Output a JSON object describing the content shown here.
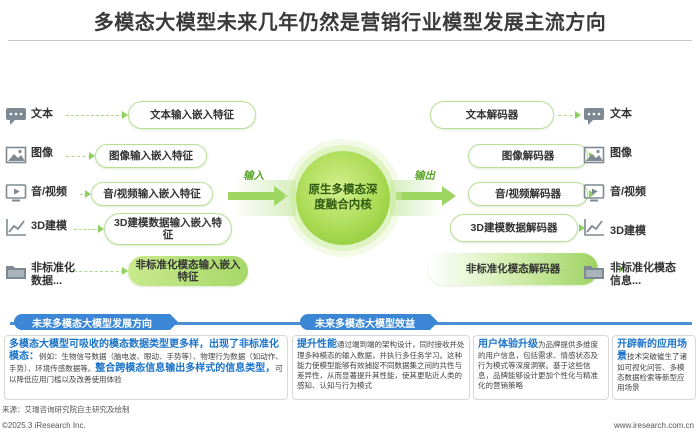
{
  "title": "多模态大模型未来几年仍然是营销行业模型发展主流方向",
  "inputs": [
    {
      "icon": "chat-bubble-icon",
      "label": "文本",
      "pill": "文本输入嵌入特征"
    },
    {
      "icon": "image-icon",
      "label": "图像",
      "pill": "图像输入嵌入特征"
    },
    {
      "icon": "audio-video-icon",
      "label": "音/视频",
      "pill": "音/视频输入嵌入特征"
    },
    {
      "icon": "line-chart-icon",
      "label": "3D建模",
      "pill": "3D建模数据输入嵌入特征"
    },
    {
      "icon": "folder-icon",
      "label": "非标准化数据...",
      "pill": "非标准化模态输入嵌入特征"
    }
  ],
  "outputs": [
    {
      "pill": "文本解码器",
      "icon": "chat-bubble-icon",
      "label": "文本"
    },
    {
      "pill": "图像解码器",
      "icon": "image-icon",
      "label": "图像"
    },
    {
      "pill": "音/视频解码器",
      "icon": "audio-video-icon",
      "label": "音/视频"
    },
    {
      "pill": "3D建模数据解码器",
      "icon": "line-chart-icon",
      "label": "3D建模"
    },
    {
      "pill": "非标准化模态解码器",
      "icon": "folder-icon",
      "label": "非标准化模态信息..."
    }
  ],
  "core": "原生多模态深度融合内核",
  "flow": {
    "input": "输入",
    "output": "输出"
  },
  "sections": {
    "direction": "未来多模态大模型发展方向",
    "benefit": "未来多模态大模型效益"
  },
  "panels": {
    "p1_head": "多模态大模型可吸收的模态数据类型更多样，出现了非标准化模态：",
    "p1_body": "例如：生物信号数据（脑电波、眼动、手势等）、物理行为数据（如动作、手势）、环境传感数据等。",
    "p1_emph": "整合跨模态信息输出多样式的信息类型，",
    "p1_tail": "可以降低应用门槛以及改善使用体验",
    "p2_head": "提升性能",
    "p2_body": "通过端到端的架构设计，同时接收并处理多种模态的输入数据，并执行多任务学习。这种能力使模型能够有效捕捉不同数据集之间的共性与差异性，从而显著提升其性能，使其更贴近人类的感知、认知与行为模式",
    "p3_head": "用户体验升级",
    "p3_body": "为品牌提供多维度的用户信息，包括需求、情感状态及行为模式等深度洞察。基于这些信息，品牌能够设计更加个性化与精准化的营销策略",
    "p4_head": "开辟新的应用场景",
    "p4_body": "技术突破催生了诸如可视化问答、多模态数据检索等新型应用场景"
  },
  "source": "来源：艾瑞咨询研究院自主研究及绘制",
  "footer_left": "©2025.3 iResearch Inc.",
  "footer_right": "www.iresearch.com.cn"
}
